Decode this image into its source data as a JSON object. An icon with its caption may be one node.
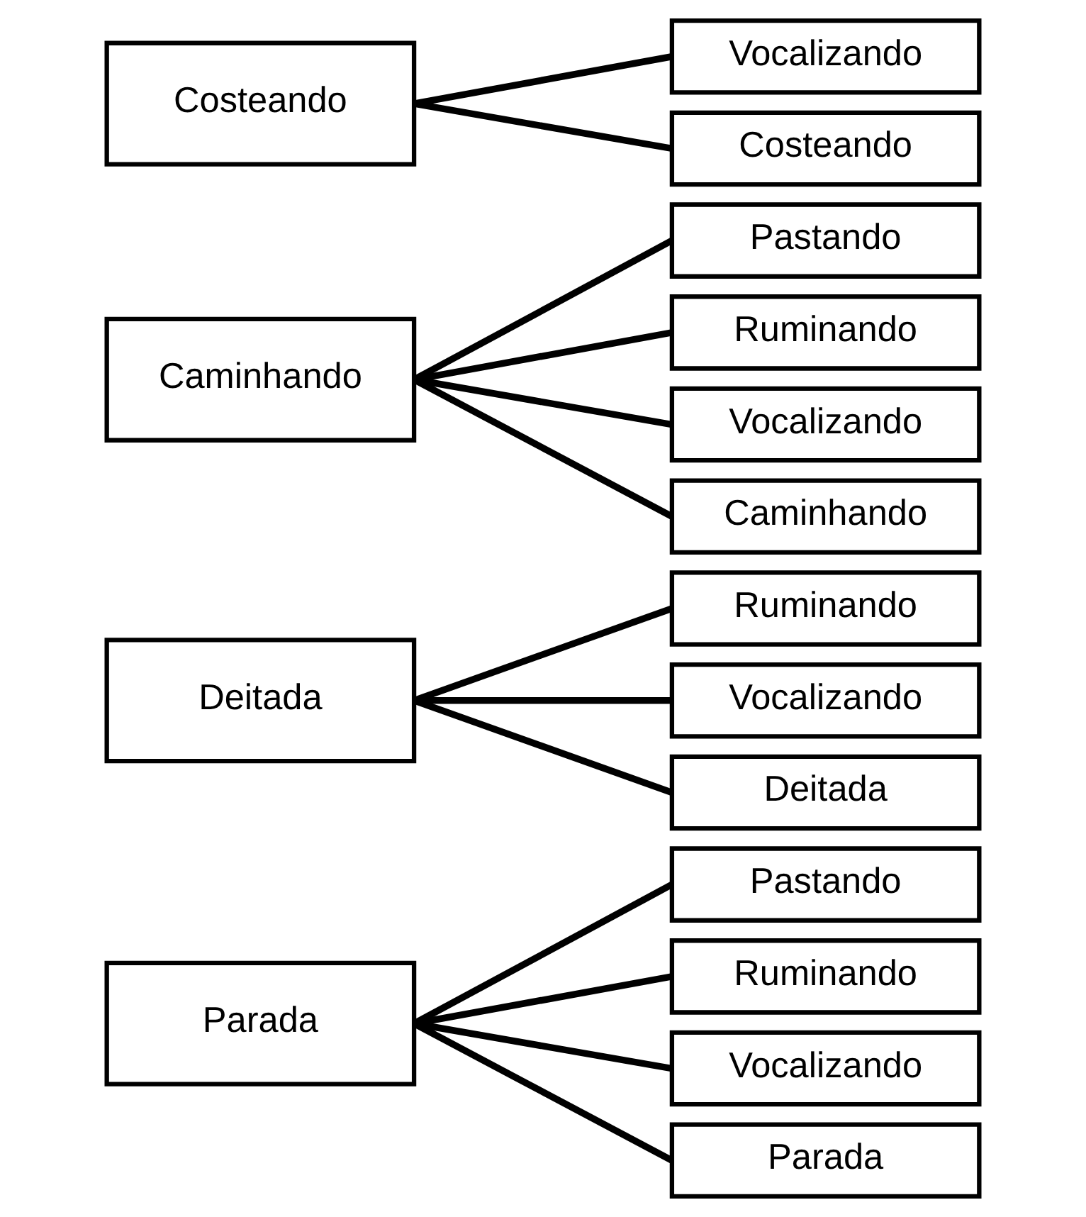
{
  "diagram": {
    "nodes": [
      {
        "text": [
          "Parada"
        ]
      },
      {
        "text": [
          "Pastando"
        ]
      },
      {
        "text": [
          "Ruminando"
        ]
      },
      {
        "text": [
          "Vocalizando"
        ]
      },
      {
        "text": [
          "Parada"
        ]
      },
      {
        "text": [
          "Deitada"
        ]
      },
      {
        "text": [
          "Ruminando"
        ]
      },
      {
        "text": [
          "Vocalizando"
        ]
      },
      {
        "text": [
          "Deitada"
        ]
      },
      {
        "text": [
          "Caminhando"
        ]
      },
      {
        "text": [
          "Pastando"
        ]
      },
      {
        "text": [
          "Ruminando"
        ]
      },
      {
        "text": [
          "Vocalizando"
        ]
      },
      {
        "text": [
          "Caminhando"
        ]
      },
      {
        "text": [
          "Costeando"
        ]
      },
      {
        "text": [
          "Vocalizando"
        ]
      },
      {
        "text": [
          "Costeando"
        ]
      }
    ],
    "edges": [
      {
        "from": 0,
        "to": 1,
        "arrow": "none"
      },
      {
        "from": 0,
        "to": 2,
        "arrow": "none"
      },
      {
        "from": 0,
        "to": 3,
        "arrow": "none"
      },
      {
        "from": 0,
        "to": 4,
        "arrow": "none"
      },
      {
        "from": 5,
        "to": 6,
        "arrow": "none"
      },
      {
        "from": 5,
        "to": 7,
        "arrow": "none"
      },
      {
        "from": 5,
        "to": 8,
        "arrow": "none"
      },
      {
        "from": 9,
        "to": 10,
        "arrow": "none"
      },
      {
        "from": 9,
        "to": 11,
        "arrow": "none"
      },
      {
        "from": 9,
        "to": 12,
        "arrow": "none"
      },
      {
        "from": 9,
        "to": 13,
        "arrow": "none"
      },
      {
        "from": 14,
        "to": 15,
        "arrow": "none"
      },
      {
        "from": 14,
        "to": 16,
        "arrow": "none"
      }
    ]
  }
}
